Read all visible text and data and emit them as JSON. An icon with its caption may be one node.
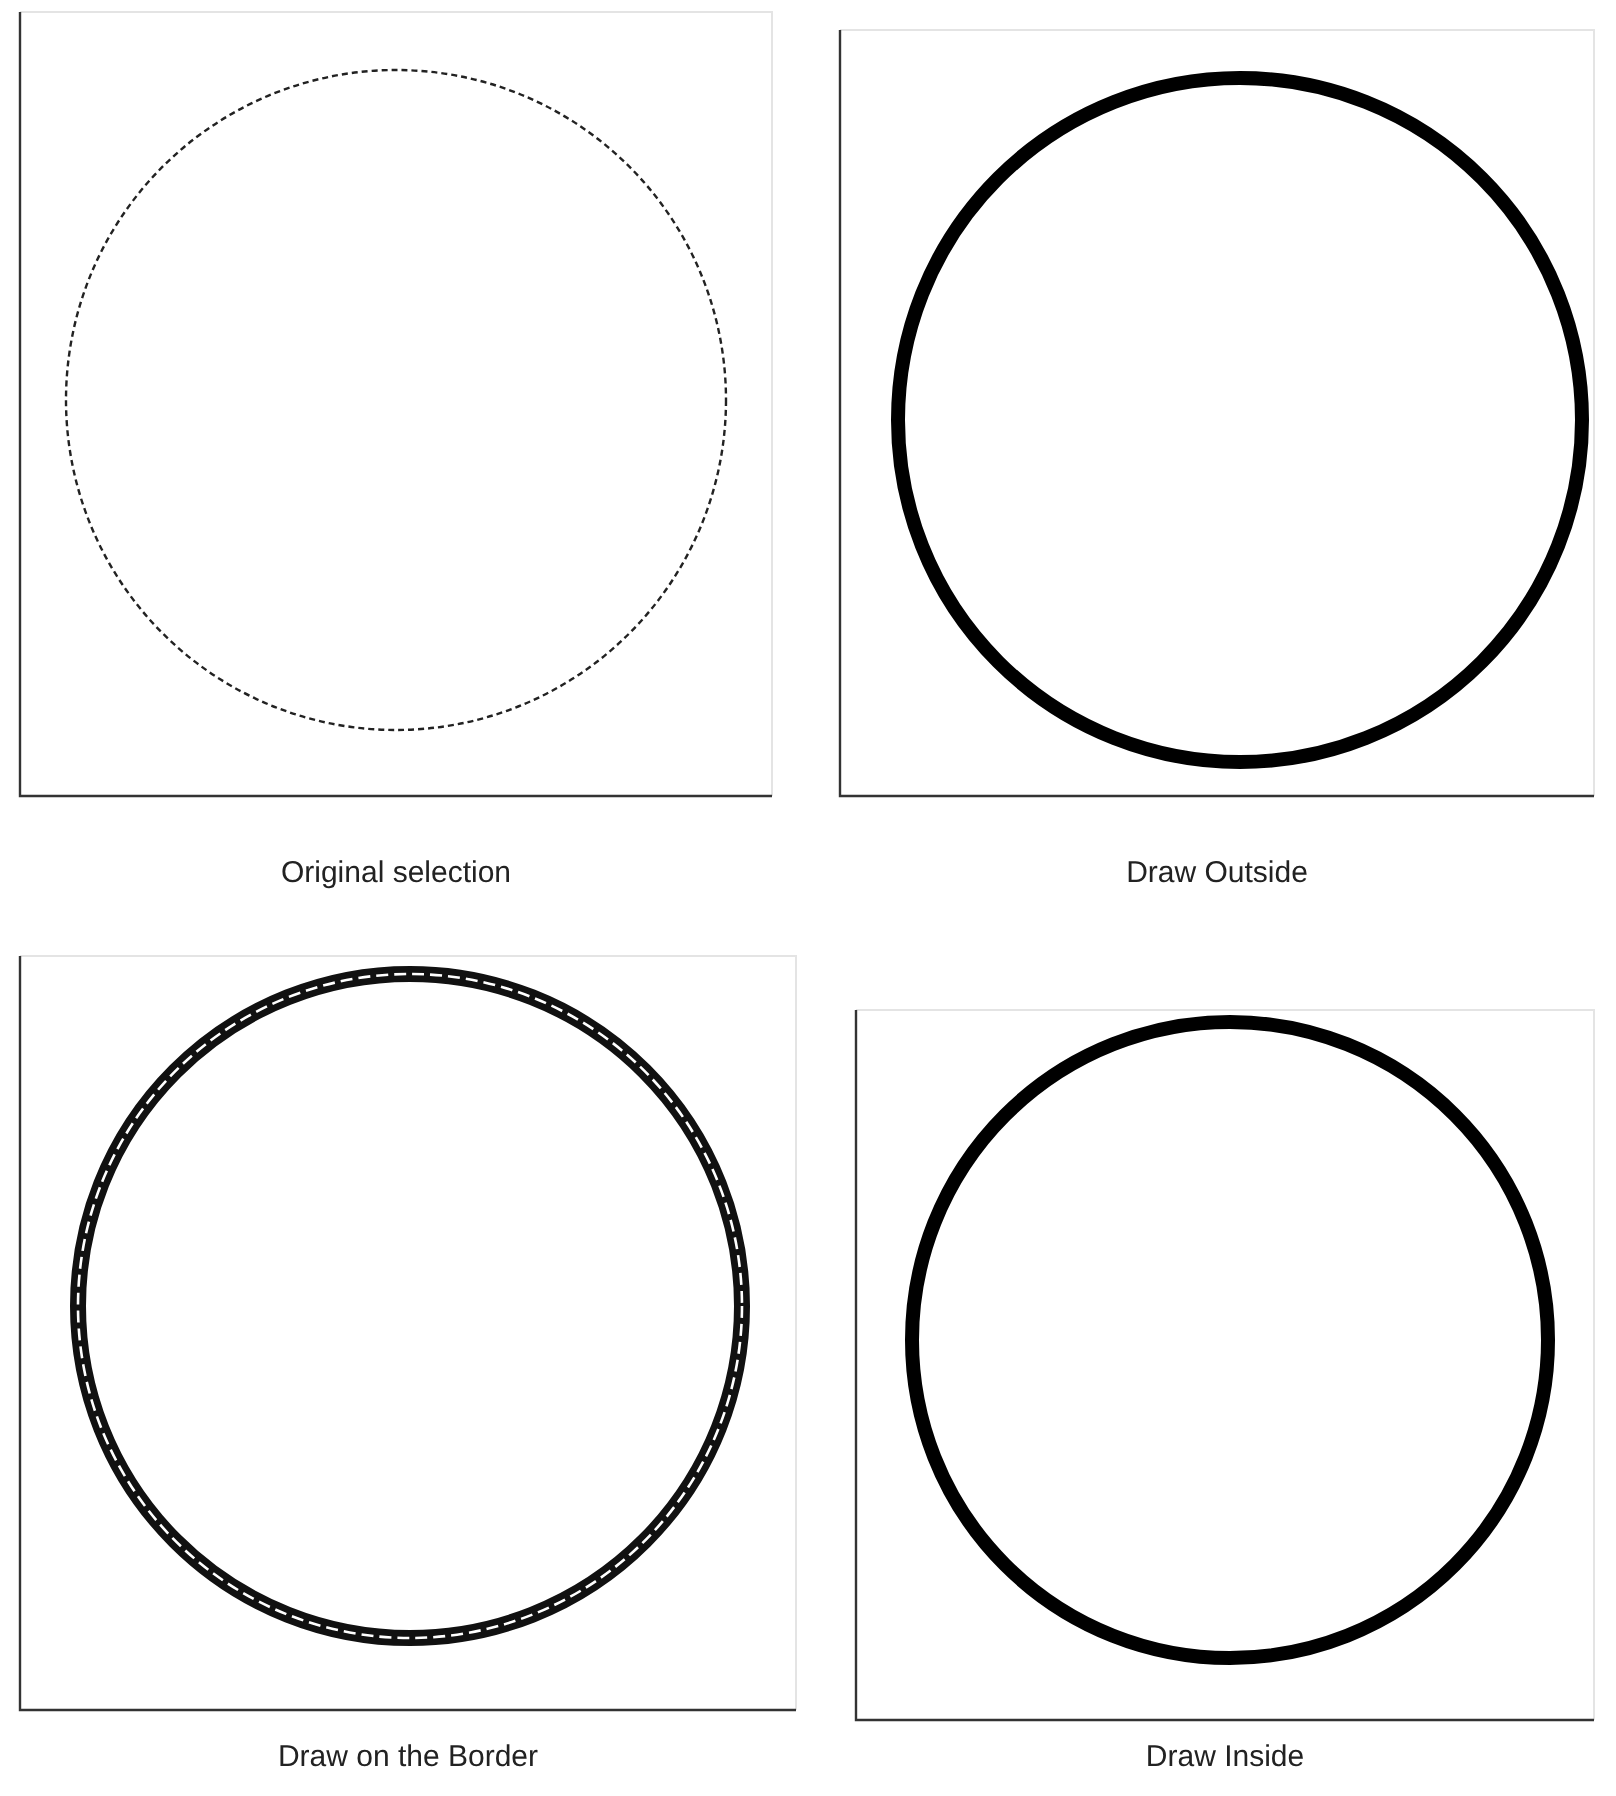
{
  "diagram": {
    "labels": [
      "Original selection",
      "Draw Outside",
      "Draw on the Border",
      "Draw Inside"
    ]
  }
}
